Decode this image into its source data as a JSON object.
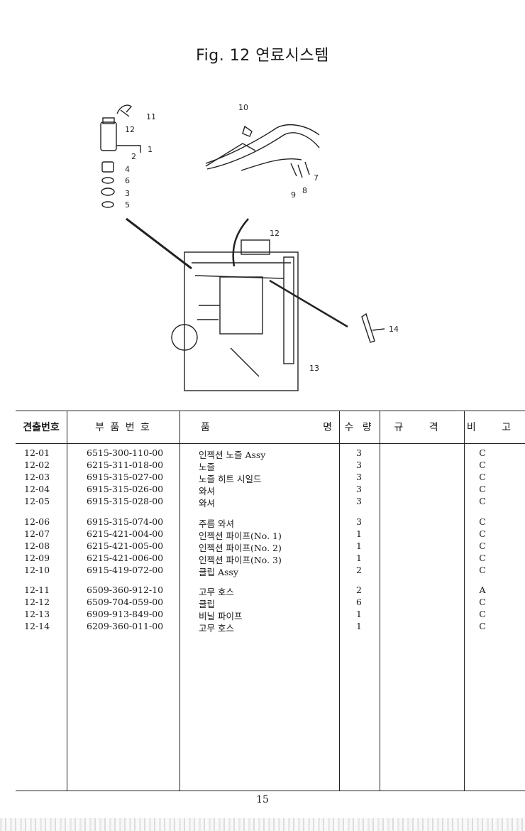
{
  "title": "Fig. 12  연료시스템",
  "diagram_labels": [
    "1",
    "2",
    "3",
    "4",
    "5",
    "6",
    "7",
    "8",
    "9",
    "10",
    "11",
    "12",
    "12",
    "13",
    "14"
  ],
  "table": {
    "headers": {
      "ref": "견출번호",
      "part_no": "부 품 번 호",
      "name_1": "품",
      "name_2": "명",
      "qty": "수 량",
      "spec": "규 격",
      "note": "비 고"
    },
    "rows": [
      {
        "ref": "12-01",
        "part_no": "6515-300-110-00",
        "name": "인젝션 노즐 Assy",
        "qty": "3",
        "note": "C"
      },
      {
        "ref": "12-02",
        "part_no": "6215-311-018-00",
        "name": "노즐",
        "qty": "3",
        "note": "C"
      },
      {
        "ref": "12-03",
        "part_no": "6915-315-027-00",
        "name": "노즐 히트 시일드",
        "qty": "3",
        "note": "C"
      },
      {
        "ref": "12-04",
        "part_no": "6915-315-026-00",
        "name": "와셔",
        "qty": "3",
        "note": "C"
      },
      {
        "ref": "12-05",
        "part_no": "6915-315-028-00",
        "name": "와셔",
        "qty": "3",
        "note": "C"
      },
      {
        "ref": "12-06",
        "part_no": "6915-315-074-00",
        "name": "주름 와셔",
        "qty": "3",
        "note": "C"
      },
      {
        "ref": "12-07",
        "part_no": "6215-421-004-00",
        "name": "인젝션 파이프(No. 1)",
        "qty": "1",
        "note": "C"
      },
      {
        "ref": "12-08",
        "part_no": "6215-421-005-00",
        "name": "인젝션 파이프(No. 2)",
        "qty": "1",
        "note": "C"
      },
      {
        "ref": "12-09",
        "part_no": "6215-421-006-00",
        "name": "인젝션 파이프(No. 3)",
        "qty": "1",
        "note": "C"
      },
      {
        "ref": "12-10",
        "part_no": "6915-419-072-00",
        "name": "클립 Assy",
        "qty": "2",
        "note": "C"
      },
      {
        "ref": "12-11",
        "part_no": "6509-360-912-10",
        "name": "고무 호스",
        "qty": "2",
        "note": "A"
      },
      {
        "ref": "12-12",
        "part_no": "6509-704-059-00",
        "name": "클립",
        "qty": "6",
        "note": "C"
      },
      {
        "ref": "12-13",
        "part_no": "6909-913-849-00",
        "name": "비닐 파이프",
        "qty": "1",
        "note": "C"
      },
      {
        "ref": "12-14",
        "part_no": "6209-360-011-00",
        "name": "고무 호스",
        "qty": "1",
        "note": "C"
      }
    ]
  },
  "page_number": "15"
}
